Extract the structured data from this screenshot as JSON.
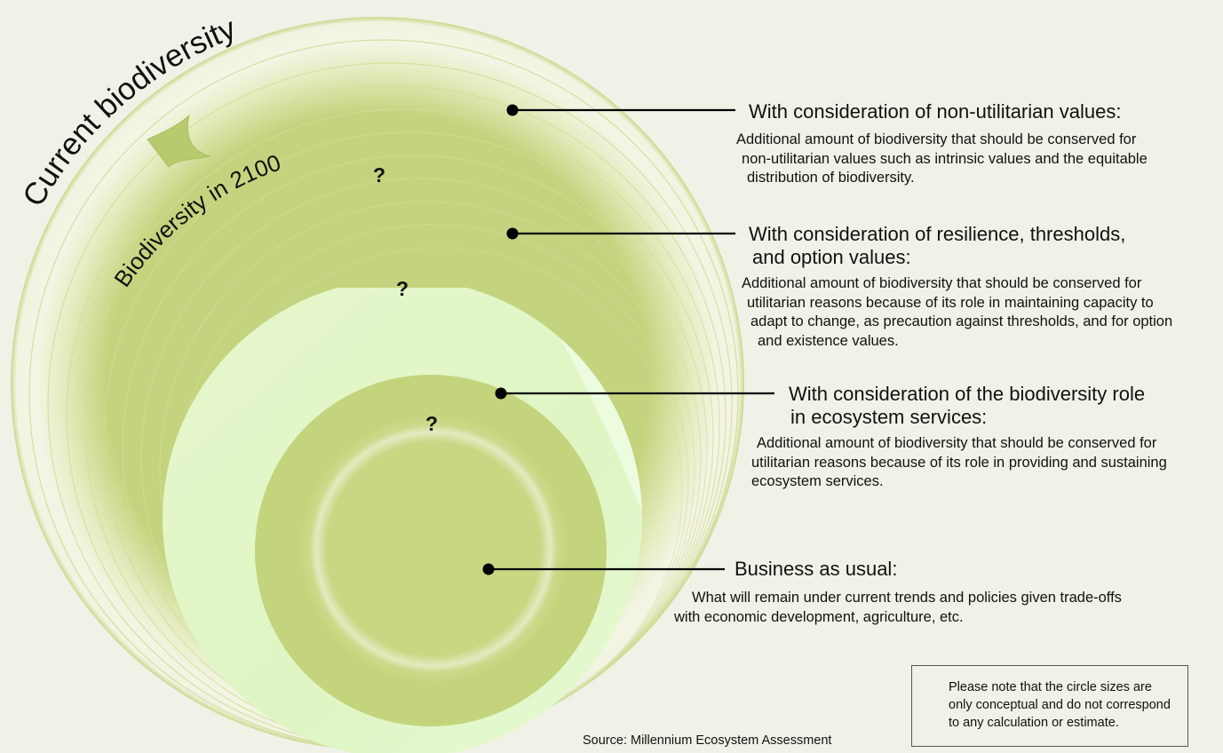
{
  "diagram": {
    "outer_label": "Current biodiversity",
    "inner_label": "Biodiversity in 2100",
    "question_mark": "?",
    "colors": {
      "background": "#f2f1e7",
      "ring_stroke": "#d7df9c",
      "outer_rim": "#c8d687",
      "middle_green": "#c3d47c",
      "pale_green": "#e2f7c9",
      "core_green": "#c6d57e"
    }
  },
  "levels": [
    {
      "id": "non-utilitarian",
      "heading": [
        "With consideration of non-utilitarian values:"
      ],
      "description": [
        "Additional amount of biodiversity that should be conserved for",
        "non-utilitarian values such as intrinsic values and the equitable",
        "distribution of biodiversity."
      ]
    },
    {
      "id": "resilience",
      "heading": [
        "With consideration of resilience, thresholds,",
        "and option values:"
      ],
      "description": [
        "Additional amount of biodiversity that should be conserved for",
        "utilitarian reasons because of its role in maintaining capacity to",
        "adapt to change, as precaution against thresholds, and for option",
        "and existence values."
      ]
    },
    {
      "id": "ecosystem-services",
      "heading": [
        "With consideration of the biodiversity role",
        "in ecosystem services:"
      ],
      "description": [
        "Additional amount of biodiversity that should be conserved for",
        "utilitarian reasons because of its role in providing and sustaining",
        "ecosystem services."
      ]
    },
    {
      "id": "business-as-usual",
      "heading": [
        "Business as usual:"
      ],
      "description": [
        "What will remain under current trends and policies given trade-offs",
        "with economic development, agriculture, etc."
      ]
    }
  ],
  "note": "Please note that the circle sizes are only conceptual and do not correspond to any calculation or estimate.",
  "source": "Source: Millennium Ecosystem Assessment"
}
